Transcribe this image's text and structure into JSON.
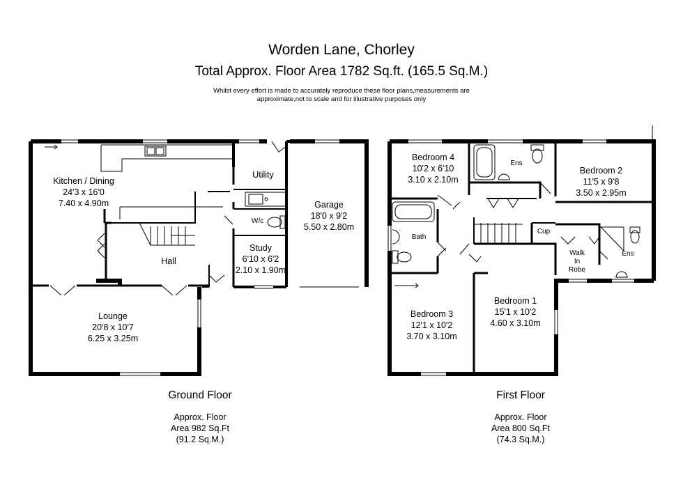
{
  "header": {
    "title": "Worden Lane, Chorley",
    "subtitle": "Total Approx. Floor Area 1782 Sq.ft. (165.5 Sq.M.)",
    "disclaimer_line1": "Whilst every effort is made to accurately reproduce these floor plans,measurements are",
    "disclaimer_line2": "approximate,not to scale and for illustrative purposes only"
  },
  "ground_floor": {
    "name": "Ground Floor",
    "area_line1": "Approx. Floor",
    "area_line2": "Area 982 Sq.Ft",
    "area_line3": "(91.2 Sq.M.)",
    "rooms": {
      "kitchen": {
        "name": "Kitchen / Dining",
        "imperial": "24'3 x 16'0",
        "metric": "7.40 x 4.90m"
      },
      "utility": {
        "name": "Utility"
      },
      "wc": {
        "name": "W/c"
      },
      "garage": {
        "name": "Garage",
        "imperial": "18'0 x 9'2",
        "metric": "5.50 x 2.80m"
      },
      "study": {
        "name": "Study",
        "imperial": "6'10 x 6'2",
        "metric": "2.10 x 1.90m"
      },
      "hall": {
        "name": "Hall"
      },
      "lounge": {
        "name": "Lounge",
        "imperial": "20'8 x 10'7",
        "metric": "6.25 x 3.25m"
      }
    }
  },
  "first_floor": {
    "name": "First Floor",
    "area_line1": "Approx. Floor",
    "area_line2": "Area 800 Sq.Ft",
    "area_line3": "(74.3 Sq.M.)",
    "rooms": {
      "bedroom4": {
        "name": "Bedroom 4",
        "imperial": "10'2 x 6'10",
        "metric": "3.10 x 2.10m"
      },
      "ens1": {
        "name": "Ens"
      },
      "bedroom2": {
        "name": "Bedroom 2",
        "imperial": "11'5 x 9'8",
        "metric": "3.50 x 2.95m"
      },
      "bath": {
        "name": "Bath"
      },
      "cup": {
        "name": "Cup"
      },
      "walkin_line1": "Walk",
      "walkin_line2": "In",
      "walkin_line3": "Robe",
      "ens2": {
        "name": "Ens"
      },
      "bedroom3": {
        "name": "Bedroom 3",
        "imperial": "12'1 x 10'2",
        "metric": "3.70 x 3.10m"
      },
      "bedroom1": {
        "name": "Bedroom 1",
        "imperial": "15'1 x 10'2",
        "metric": "4.60 x 3.10m"
      }
    }
  }
}
